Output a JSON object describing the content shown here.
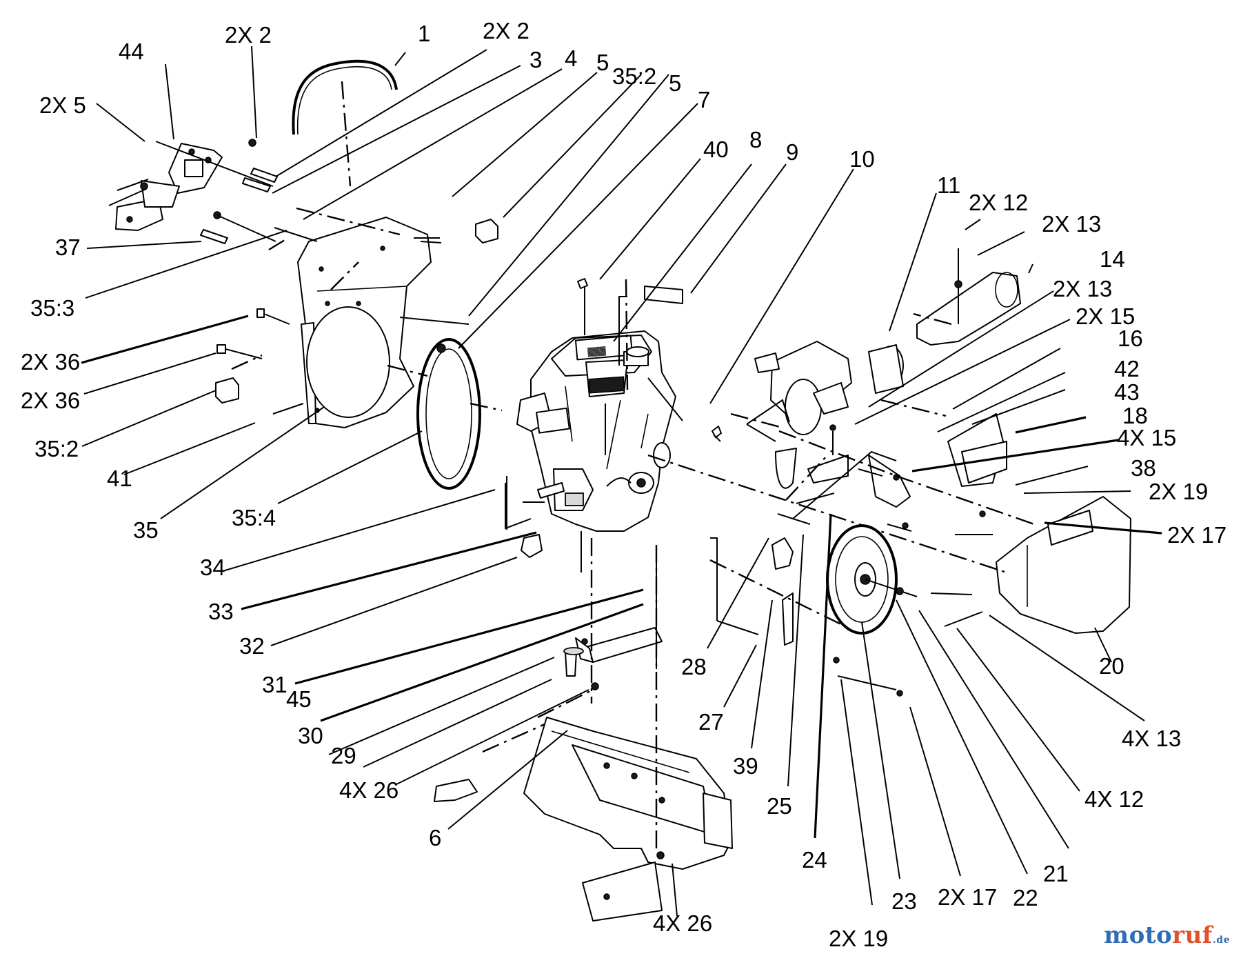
{
  "callouts": [
    {
      "id": "c1",
      "text": "1"
    },
    {
      "id": "c2",
      "text": "2X 2"
    },
    {
      "id": "c3",
      "text": "2X 2"
    },
    {
      "id": "c4",
      "text": "3"
    },
    {
      "id": "c5",
      "text": "4"
    },
    {
      "id": "c6",
      "text": "5"
    },
    {
      "id": "c7",
      "text": "35:2"
    },
    {
      "id": "c8",
      "text": "5"
    },
    {
      "id": "c9",
      "text": "7"
    },
    {
      "id": "c10",
      "text": "44"
    },
    {
      "id": "c11",
      "text": "2X 5"
    },
    {
      "id": "c12",
      "text": "37"
    },
    {
      "id": "c13",
      "text": "35:3"
    },
    {
      "id": "c14",
      "text": "2X 36"
    },
    {
      "id": "c15",
      "text": "2X 36"
    },
    {
      "id": "c16",
      "text": "35:2"
    },
    {
      "id": "c17",
      "text": "41"
    },
    {
      "id": "c18",
      "text": "35"
    },
    {
      "id": "c19",
      "text": "35:4"
    },
    {
      "id": "c20",
      "text": "40"
    },
    {
      "id": "c21",
      "text": "8"
    },
    {
      "id": "c22",
      "text": "9"
    },
    {
      "id": "c23",
      "text": "10"
    },
    {
      "id": "c24",
      "text": "11"
    },
    {
      "id": "c25",
      "text": "2X 12"
    },
    {
      "id": "c26",
      "text": "2X 13"
    },
    {
      "id": "c27",
      "text": "14"
    },
    {
      "id": "c28",
      "text": "2X 13"
    },
    {
      "id": "c29",
      "text": "2X 15"
    },
    {
      "id": "c30",
      "text": "16"
    },
    {
      "id": "c31",
      "text": "42"
    },
    {
      "id": "c32",
      "text": "43"
    },
    {
      "id": "c33",
      "text": "18"
    },
    {
      "id": "c34",
      "text": "4X 15"
    },
    {
      "id": "c35",
      "text": "38"
    },
    {
      "id": "c36",
      "text": "2X 19"
    },
    {
      "id": "c37",
      "text": "2X 17"
    },
    {
      "id": "c38",
      "text": "20"
    },
    {
      "id": "c39",
      "text": "4X 13"
    },
    {
      "id": "c40",
      "text": "4X 12"
    },
    {
      "id": "c41",
      "text": "21"
    },
    {
      "id": "c42",
      "text": "22"
    },
    {
      "id": "c43",
      "text": "2X 17"
    },
    {
      "id": "c44",
      "text": "23"
    },
    {
      "id": "c45",
      "text": "2X 19"
    },
    {
      "id": "c46",
      "text": "24"
    },
    {
      "id": "c47",
      "text": "25"
    },
    {
      "id": "c48",
      "text": "39"
    },
    {
      "id": "c49",
      "text": "27"
    },
    {
      "id": "c50",
      "text": "28"
    },
    {
      "id": "c51",
      "text": "34"
    },
    {
      "id": "c52",
      "text": "33"
    },
    {
      "id": "c53",
      "text": "32"
    },
    {
      "id": "c54",
      "text": "31"
    },
    {
      "id": "c55",
      "text": "45"
    },
    {
      "id": "c56",
      "text": "30"
    },
    {
      "id": "c57",
      "text": "29"
    },
    {
      "id": "c58",
      "text": "4X 26"
    },
    {
      "id": "c59",
      "text": "6"
    },
    {
      "id": "c60",
      "text": "4X 26"
    }
  ],
  "watermark": {
    "part_a": "moto",
    "part_b": "ruf",
    "part_c": ".de"
  }
}
